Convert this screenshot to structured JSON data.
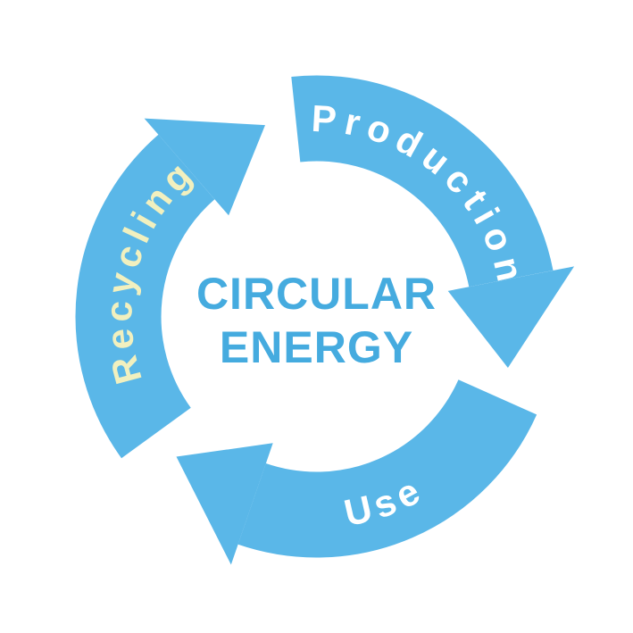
{
  "diagram": {
    "type": "cycle-diagram",
    "direction": "clockwise",
    "background_color": "#ffffff",
    "arrow_color": "#5ab7e8",
    "center": {
      "line1": "CIRCULAR",
      "line2": "ENERGY",
      "color": "#45abdf"
    },
    "labels": {
      "production": {
        "text": "Production",
        "color": "#ffffff"
      },
      "use": {
        "text": "Use",
        "color": "#ffffff"
      },
      "recycling": {
        "text": "Recycling",
        "color": "#f1f0bf"
      }
    }
  }
}
